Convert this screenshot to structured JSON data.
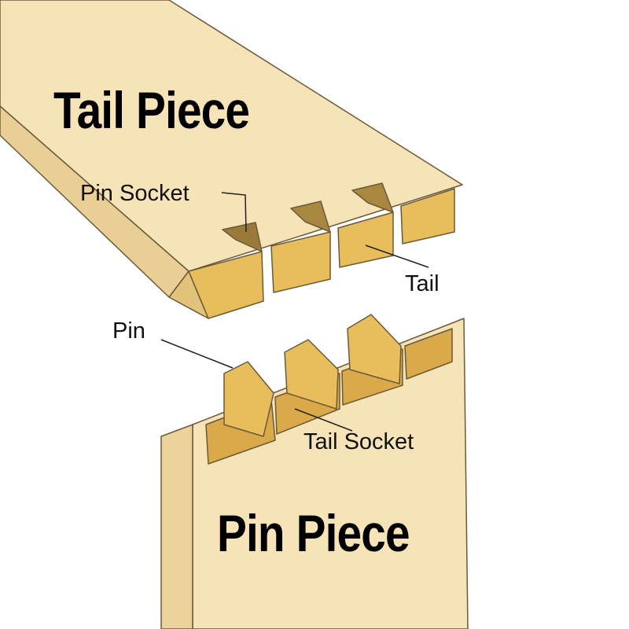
{
  "title_tail": "Tail Piece",
  "title_pin": "Pin Piece",
  "labels": {
    "pin_socket": "Pin Socket",
    "tail": "Tail",
    "pin": "Pin",
    "tail_socket": "Tail Socket"
  },
  "colors": {
    "wood_face": "#f6e3b8",
    "wood_side": "#e7c98a",
    "end_grain": "#e3b857",
    "socket_shadow": "#9a7a3a",
    "outline": "#6b5a3a"
  }
}
